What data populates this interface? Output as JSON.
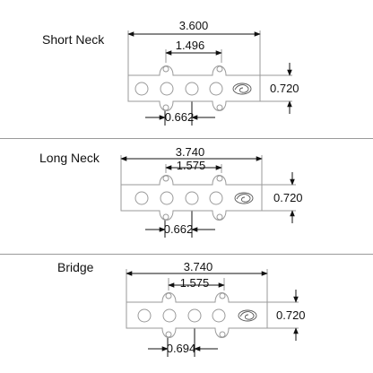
{
  "sections": [
    {
      "title": "Short Neck",
      "overall_length": "3.600",
      "pole_spacing": "1.496",
      "pole_pitch": "0.662",
      "height": "0.720"
    },
    {
      "title": "Long Neck",
      "overall_length": "3.740",
      "pole_spacing": "1.575",
      "pole_pitch": "0.662",
      "height": "0.720"
    },
    {
      "title": "Bridge",
      "overall_length": "3.740",
      "pole_spacing": "1.575",
      "pole_pitch": "0.694",
      "height": "0.720"
    }
  ],
  "colors": {
    "line": "#111111",
    "outline": "#9a9a9a",
    "divider": "#9a9a9a"
  },
  "icons": {
    "logo": "swirl-logo-icon"
  }
}
